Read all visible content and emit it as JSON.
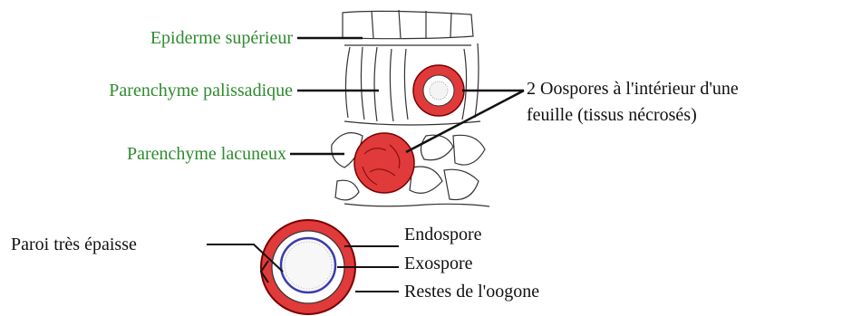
{
  "labels": {
    "upper_epidermis": "Epiderme supérieur",
    "palisade": "Parenchyme palissadique",
    "spongy": "Parenchyme lacuneux",
    "oospores_line1": "2 Oospores à l'intérieur d'une",
    "oospores_line2": "feuille (tissus nécrosés)",
    "thick_wall": "Paroi très épaisse",
    "endospore": "Endospore",
    "exospore": "Exospore",
    "oogonium_remains": "Restes de l'oogone"
  },
  "colors": {
    "tissue_label": "#2e8b2e",
    "oospore_red": "#e03a3a",
    "endospore_blue": "#3b3bb0",
    "line": "#111111"
  }
}
